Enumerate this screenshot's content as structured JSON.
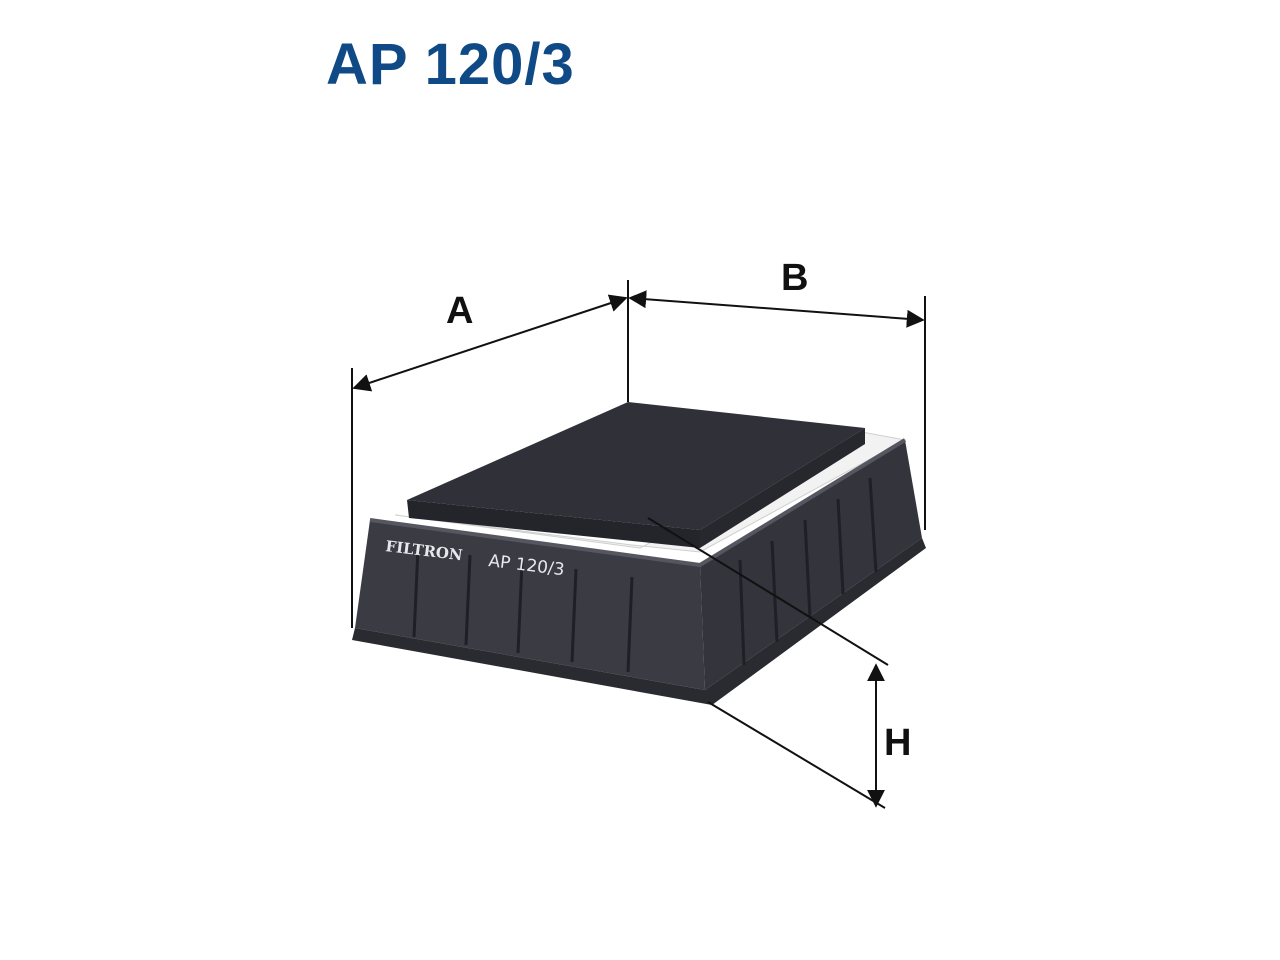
{
  "title": "AP 120/3",
  "dimensions": {
    "a": "A",
    "b": "B",
    "h": "H"
  },
  "product": {
    "brand": "FILTRON",
    "part_number": "AP 120/3"
  },
  "colors": {
    "title": "#0f4a86",
    "frame": "#3b3b44",
    "pad": "#2f3038",
    "pleats": "#f2f2f2",
    "lines": "#111111"
  }
}
